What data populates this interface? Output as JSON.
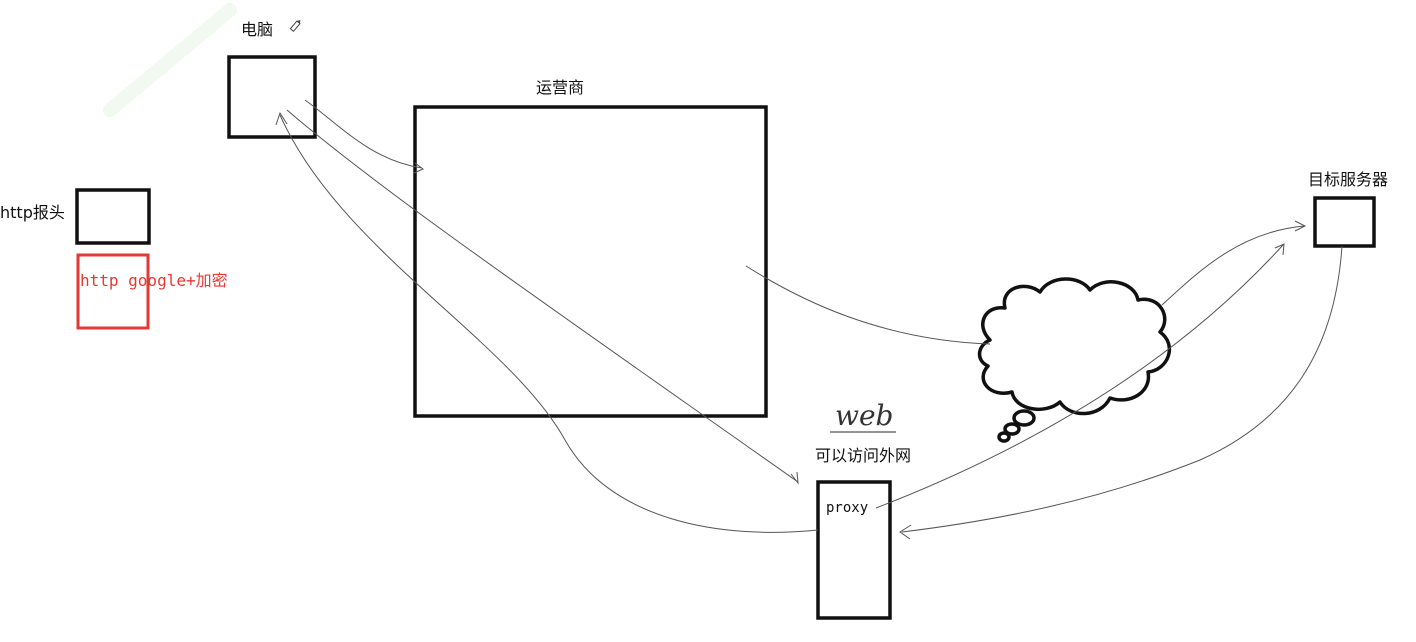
{
  "labels": {
    "computer": "电脑",
    "carrier": "运营商",
    "target_server": "目标服务器",
    "http_header": "http报头",
    "http_google_encrypt": "http google+加密",
    "web": "web",
    "can_access_external": "可以访问外网",
    "proxy": "proxy"
  },
  "colors": {
    "ink": "#111111",
    "red": "#e53935",
    "curve": "#555555"
  },
  "icons": [
    "pencil-icon",
    "cloud-icon"
  ]
}
